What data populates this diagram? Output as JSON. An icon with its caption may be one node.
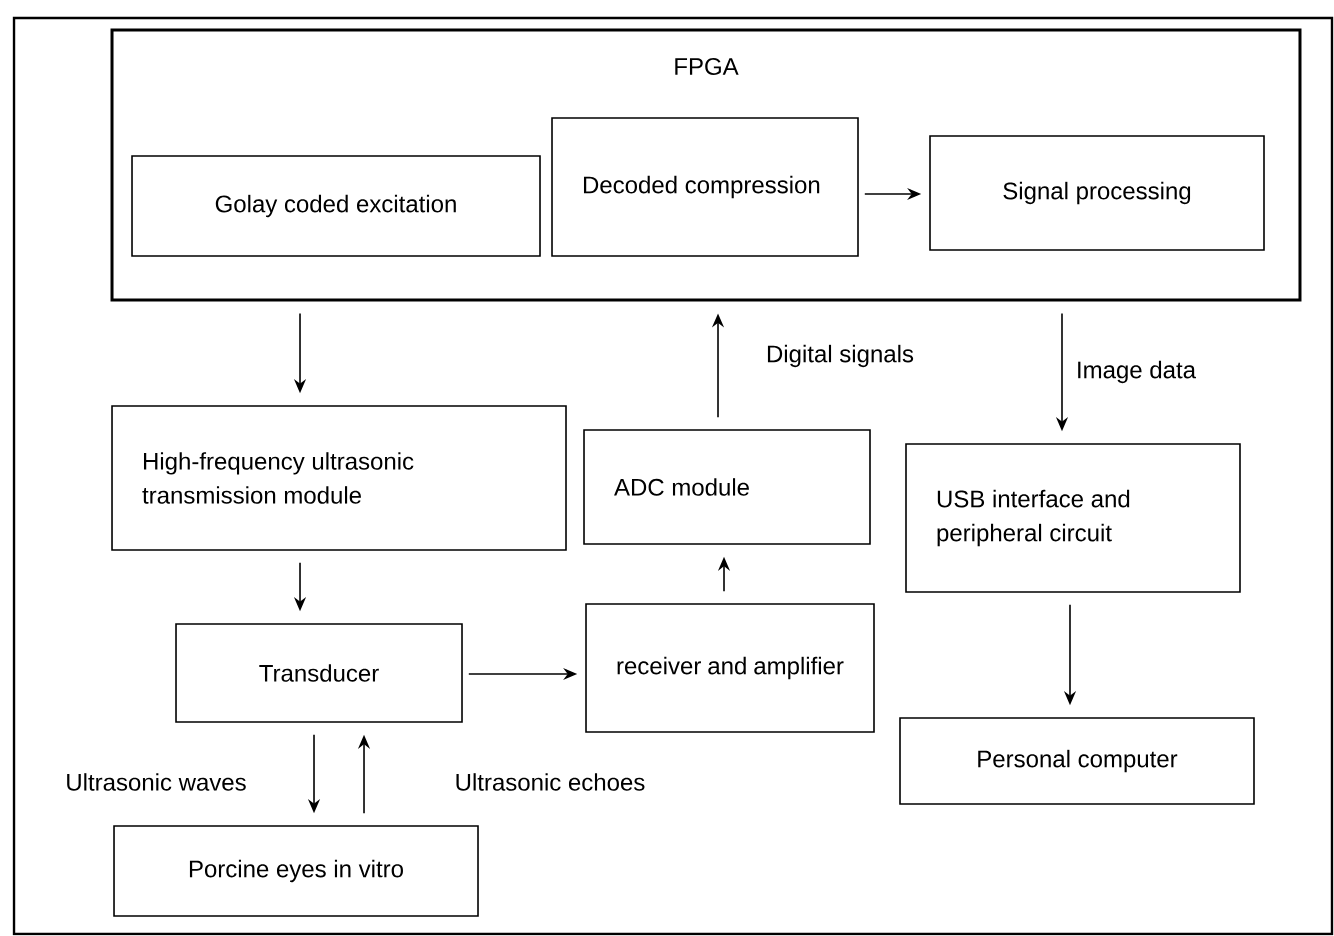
{
  "diagram": {
    "nodes": [
      {
        "text": [
          "FPGA"
        ]
      },
      {
        "text": [
          "Golay coded excitation"
        ],
        "in": 0
      },
      {
        "text": [
          "Decoded compression"
        ],
        "in": 0
      },
      {
        "text": [
          "Signal processing"
        ],
        "in": 0
      },
      {
        "text": [
          "High-frequency ultrasonic transmission module"
        ]
      },
      {
        "text": [
          "ADC module"
        ]
      },
      {
        "text": [
          "USB interface and peripheral circuit"
        ]
      },
      {
        "text": [
          "Transducer"
        ]
      },
      {
        "text": [
          "receiver and amplifier"
        ]
      },
      {
        "text": [
          "Personal computer"
        ]
      },
      {
        "text": [
          "Porcine eyes in vitro"
        ]
      }
    ],
    "edges": [
      {
        "from": 0,
        "to": 4,
        "arrow": "to"
      },
      {
        "from": 2,
        "to": 3,
        "arrow": "to"
      },
      {
        "from": 5,
        "to": 0,
        "arrow": "to",
        "label": "Digital signals"
      },
      {
        "from": 0,
        "to": 6,
        "arrow": "to",
        "label": "Image data"
      },
      {
        "from": 4,
        "to": 7,
        "arrow": "to"
      },
      {
        "from": 7,
        "to": 8,
        "arrow": "to"
      },
      {
        "from": 8,
        "to": 5,
        "arrow": "to"
      },
      {
        "from": 6,
        "to": 9,
        "arrow": "to"
      },
      {
        "from": 7,
        "to": 10,
        "arrow": "to",
        "label": "Ultrasonic waves"
      },
      {
        "from": 10,
        "to": 7,
        "arrow": "to",
        "label": "Ultrasonic echoes"
      }
    ]
  }
}
